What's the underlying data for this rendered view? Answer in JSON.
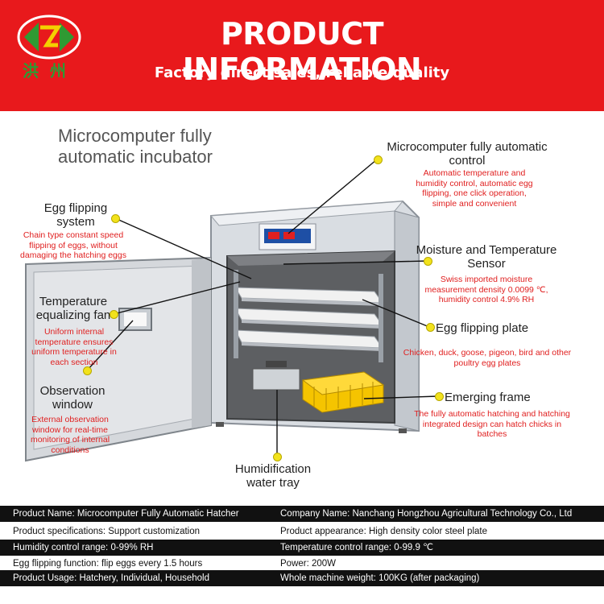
{
  "header": {
    "logo_text": "洪州",
    "title": "PRODUCT INFORMATION",
    "subtitle": "Factory direct sales, reliable quality",
    "bg_color": "#e8191c"
  },
  "main_title": "Microcomputer fully automatic incubator",
  "callouts": [
    {
      "id": "control",
      "label": "Microcomputer fully automatic control",
      "desc": "Automatic temperature and humidity control, automatic egg flipping, one click operation, simple and convenient"
    },
    {
      "id": "flipping",
      "label": "Egg flipping system",
      "desc": "Chain type constant speed flipping of eggs, without damaging the hatching eggs"
    },
    {
      "id": "sensor",
      "label": "Moisture and Temperature Sensor",
      "desc": "Swiss imported moisture measurement density 0.0099 ℃, humidity control 4.9% RH"
    },
    {
      "id": "fan",
      "label": "Temperature equalizing fan",
      "desc": "Uniform internal temperature ensures uniform temperature in each section"
    },
    {
      "id": "plate",
      "label": "Egg flipping plate",
      "desc": "Chicken, duck, goose, pigeon, bird and other poultry egg plates"
    },
    {
      "id": "window",
      "label": "Observation window",
      "desc": "External observation window for real-time monitoring of internal conditions"
    },
    {
      "id": "frame",
      "label": "Emerging frame",
      "desc": "The fully automatic hatching and hatching integrated design can hatch chicks in batches"
    },
    {
      "id": "tray",
      "label": "Humidification water tray",
      "desc": ""
    }
  ],
  "specs": [
    {
      "left": "Product Name: Microcomputer Fully Automatic Hatcher",
      "right": "Company Name: Nanchang Hongzhou Agricultural Technology Co., Ltd",
      "style": "dark"
    },
    {
      "left": "Product specifications: Support customization",
      "right": "Product appearance: High density color steel plate",
      "style": "light"
    },
    {
      "left": "Humidity control range: 0-99% RH",
      "right": "Temperature control range: 0-99.9 ℃",
      "style": "dark"
    },
    {
      "left": "Egg flipping function: flip eggs every 1.5 hours",
      "right": "Power: 200W",
      "style": "light"
    },
    {
      "left": "Product Usage: Hatchery, Individual, Household",
      "right": "Whole machine weight: 100KG (after packaging)",
      "style": "dark"
    }
  ],
  "colors": {
    "label": "#222222",
    "desc": "#e02020",
    "dot": "#f2e21c"
  }
}
